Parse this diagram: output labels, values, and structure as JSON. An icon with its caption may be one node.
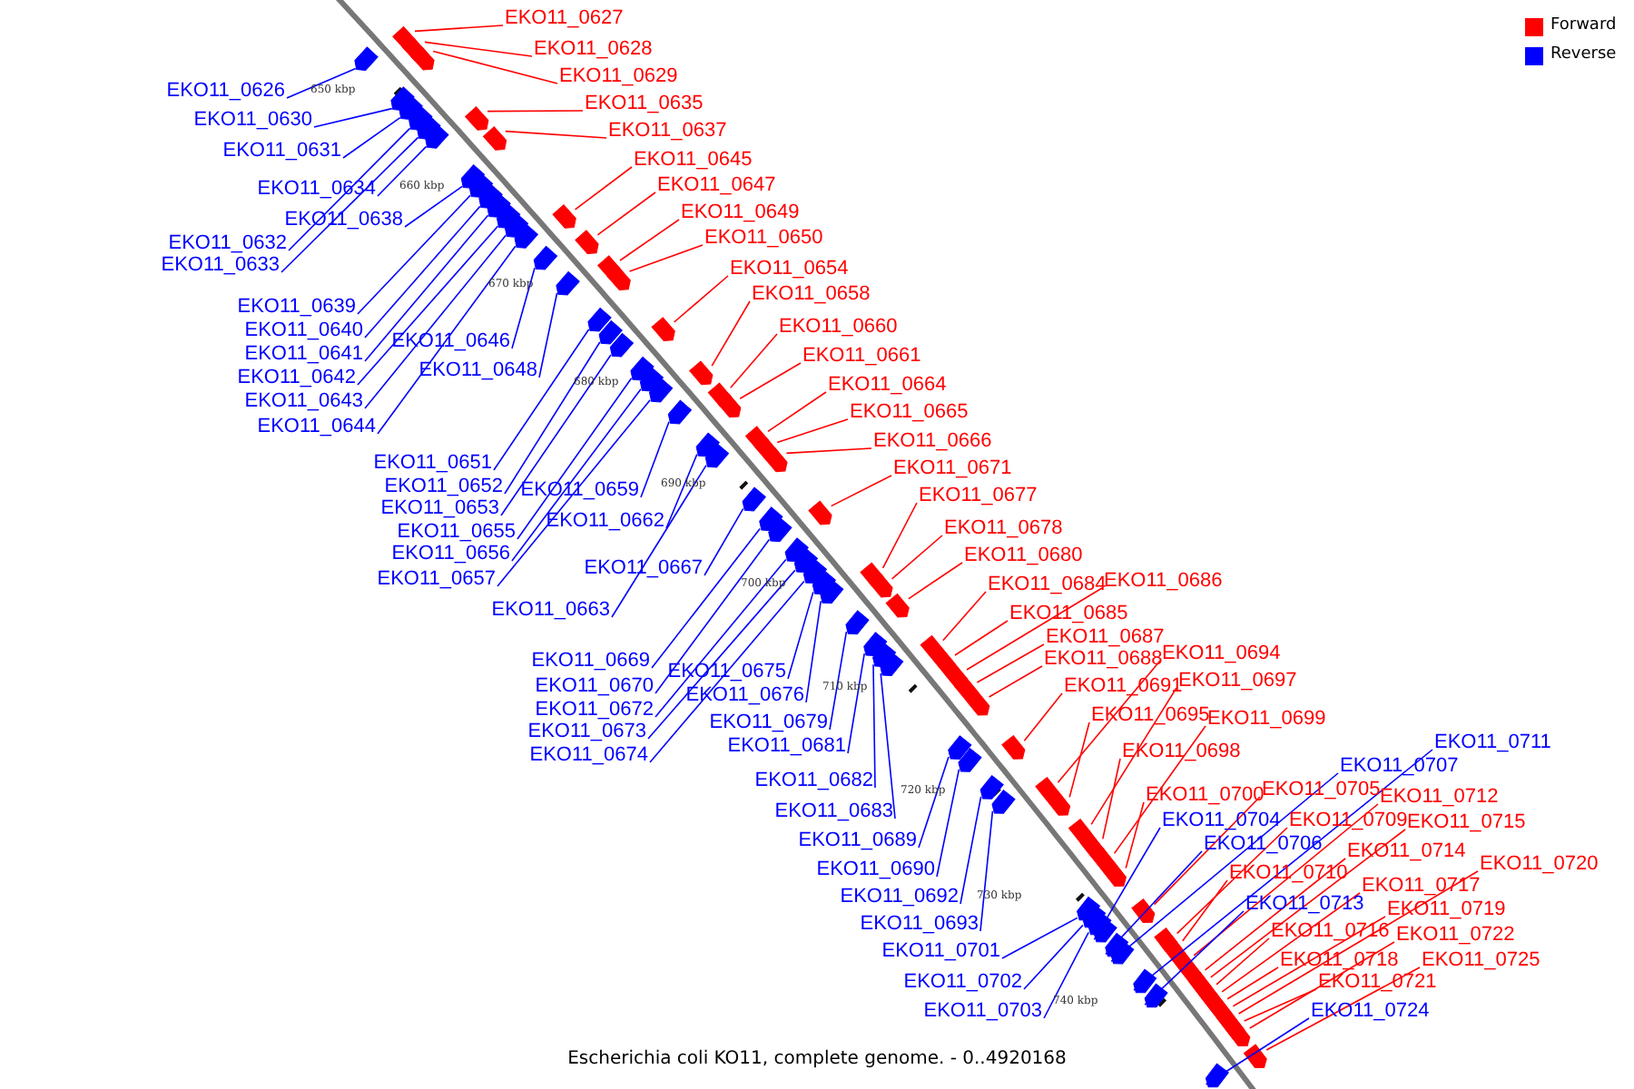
{
  "diagram": {
    "caption": "Escherichia coli KO11, complete genome. - 0..4920168",
    "nodes": [
      {
        "text": [
          "EKO11_0627"
        ]
      },
      {
        "text": [
          "EKO11_0628"
        ]
      },
      {
        "text": [
          "EKO11_0629"
        ]
      },
      {
        "text": [
          "EKO11_0635"
        ]
      },
      {
        "text": [
          "EKO11_0637"
        ]
      },
      {
        "text": [
          "EKO11_0645"
        ]
      },
      {
        "text": [
          "EKO11_0647"
        ]
      },
      {
        "text": [
          "EKO11_0649"
        ]
      },
      {
        "text": [
          "EKO11_0650"
        ]
      },
      {
        "text": [
          "EKO11_0654"
        ]
      },
      {
        "text": [
          "EKO11_0658"
        ]
      },
      {
        "text": [
          "EKO11_0660"
        ]
      },
      {
        "text": [
          "EKO11_0661"
        ]
      },
      {
        "text": [
          "EKO11_0664"
        ]
      },
      {
        "text": [
          "EKO11_0665"
        ]
      },
      {
        "text": [
          "EKO11_0666"
        ]
      },
      {
        "text": [
          "EKO11_0671"
        ]
      },
      {
        "text": [
          "EKO11_0677"
        ]
      },
      {
        "text": [
          "EKO11_0678"
        ]
      },
      {
        "text": [
          "EKO11_0680"
        ]
      },
      {
        "text": [
          "EKO11_0684"
        ]
      },
      {
        "text": [
          "EKO11_0686"
        ]
      },
      {
        "text": [
          "EKO11_0685"
        ]
      },
      {
        "text": [
          "EKO11_0687"
        ]
      },
      {
        "text": [
          "EKO11_0688"
        ]
      },
      {
        "text": [
          "EKO11_0694"
        ]
      },
      {
        "text": [
          "EKO11_0691"
        ]
      },
      {
        "text": [
          "EKO11_0697"
        ]
      },
      {
        "text": [
          "EKO11_0695"
        ]
      },
      {
        "text": [
          "EKO11_0699"
        ]
      },
      {
        "text": [
          "EKO11_0698"
        ]
      },
      {
        "text": [
          "EKO11_0700"
        ]
      },
      {
        "text": [
          "EKO11_0705"
        ]
      },
      {
        "text": [
          "EKO11_0712"
        ]
      },
      {
        "text": [
          "EKO11_0709"
        ]
      },
      {
        "text": [
          "EKO11_0715"
        ]
      },
      {
        "text": [
          "EKO11_0714"
        ]
      },
      {
        "text": [
          "EKO11_0710"
        ]
      },
      {
        "text": [
          "EKO11_0720"
        ]
      },
      {
        "text": [
          "EKO11_0717"
        ]
      },
      {
        "text": [
          "EKO11_0719"
        ]
      },
      {
        "text": [
          "EKO11_0716"
        ]
      },
      {
        "text": [
          "EKO11_0722"
        ]
      },
      {
        "text": [
          "EKO11_0718"
        ]
      },
      {
        "text": [
          "EKO11_0725"
        ]
      },
      {
        "text": [
          "EKO11_0721"
        ]
      },
      {
        "text": [
          "EKO11_0626"
        ]
      },
      {
        "text": [
          "EKO11_0630"
        ]
      },
      {
        "text": [
          "EKO11_0631"
        ]
      },
      {
        "text": [
          "EKO11_0634"
        ]
      },
      {
        "text": [
          "EKO11_0638"
        ]
      },
      {
        "text": [
          "EKO11_0632"
        ]
      },
      {
        "text": [
          "EKO11_0633"
        ]
      },
      {
        "text": [
          "EKO11_0639"
        ]
      },
      {
        "text": [
          "EKO11_0640"
        ]
      },
      {
        "text": [
          "EKO11_0641"
        ]
      },
      {
        "text": [
          "EKO11_0642"
        ]
      },
      {
        "text": [
          "EKO11_0643"
        ]
      },
      {
        "text": [
          "EKO11_0644"
        ]
      },
      {
        "text": [
          "EKO11_0646"
        ]
      },
      {
        "text": [
          "EKO11_0648"
        ]
      },
      {
        "text": [
          "EKO11_0651"
        ]
      },
      {
        "text": [
          "EKO11_0652"
        ]
      },
      {
        "text": [
          "EKO11_0653"
        ]
      },
      {
        "text": [
          "EKO11_0659"
        ]
      },
      {
        "text": [
          "EKO11_0655"
        ]
      },
      {
        "text": [
          "EKO11_0656"
        ]
      },
      {
        "text": [
          "EKO11_0662"
        ]
      },
      {
        "text": [
          "EKO11_0657"
        ]
      },
      {
        "text": [
          "EKO11_0667"
        ]
      },
      {
        "text": [
          "EKO11_0663"
        ]
      },
      {
        "text": [
          "EKO11_0669"
        ]
      },
      {
        "text": [
          "EKO11_0670"
        ]
      },
      {
        "text": [
          "EKO11_0672"
        ]
      },
      {
        "text": [
          "EKO11_0673"
        ]
      },
      {
        "text": [
          "EKO11_0674"
        ]
      },
      {
        "text": [
          "EKO11_0675"
        ]
      },
      {
        "text": [
          "EKO11_0676"
        ]
      },
      {
        "text": [
          "EKO11_0679"
        ]
      },
      {
        "text": [
          "EKO11_0681"
        ]
      },
      {
        "text": [
          "EKO11_0682"
        ]
      },
      {
        "text": [
          "EKO11_0683"
        ]
      },
      {
        "text": [
          "EKO11_0689"
        ]
      },
      {
        "text": [
          "EKO11_0690"
        ]
      },
      {
        "text": [
          "EKO11_0692"
        ]
      },
      {
        "text": [
          "EKO11_0693"
        ]
      },
      {
        "text": [
          "EKO11_0701"
        ]
      },
      {
        "text": [
          "EKO11_0702"
        ]
      },
      {
        "text": [
          "EKO11_0703"
        ]
      },
      {
        "text": [
          "EKO11_0711"
        ]
      },
      {
        "text": [
          "EKO11_0707"
        ]
      },
      {
        "text": [
          "EKO11_0704"
        ]
      },
      {
        "text": [
          "EKO11_0706"
        ]
      },
      {
        "text": [
          "EKO11_0713"
        ]
      },
      {
        "text": [
          "EKO11_0724"
        ]
      },
      {
        "text": [],
        "shape": "arrow"
      },
      {
        "text": [],
        "shape": "arrow"
      },
      {
        "text": [],
        "shape": "arrow"
      },
      {
        "text": [],
        "shape": "arrow"
      },
      {
        "text": [],
        "shape": "arrow"
      },
      {
        "text": [],
        "shape": "arrow"
      },
      {
        "text": [],
        "shape": "arrow"
      },
      {
        "text": [],
        "shape": "arrow"
      },
      {
        "text": [],
        "shape": "arrow"
      },
      {
        "text": [],
        "shape": "arrow"
      },
      {
        "text": [],
        "shape": "arrow"
      },
      {
        "text": [],
        "shape": "arrow"
      },
      {
        "text": [],
        "shape": "arrow"
      },
      {
        "text": [],
        "shape": "arrow"
      },
      {
        "text": [],
        "shape": "arrow"
      },
      {
        "text": [],
        "shape": "arrow"
      },
      {
        "text": [],
        "shape": "arrow"
      },
      {
        "text": [],
        "shape": "arrow"
      },
      {
        "text": [],
        "shape": "arrow"
      },
      {
        "text": [],
        "shape": "arrow"
      },
      {
        "text": [],
        "shape": "arrow"
      },
      {
        "text": [],
        "shape": "arrow"
      },
      {
        "text": [],
        "shape": "arrow"
      },
      {
        "text": [],
        "shape": "arrow"
      },
      {
        "text": [],
        "shape": "arrow"
      },
      {
        "text": [],
        "shape": "arrow"
      },
      {
        "text": [],
        "shape": "arrow"
      },
      {
        "text": [],
        "shape": "arrow"
      },
      {
        "text": [],
        "shape": "arrow"
      },
      {
        "text": [],
        "shape": "arrow"
      },
      {
        "text": [],
        "shape": "arrow"
      },
      {
        "text": [],
        "shape": "arrow"
      },
      {
        "text": [],
        "shape": "arrow"
      },
      {
        "text": [],
        "shape": "arrow"
      },
      {
        "text": [],
        "shape": "arrow"
      },
      {
        "text": [],
        "shape": "arrow"
      },
      {
        "text": [],
        "shape": "arrow"
      },
      {
        "text": [],
        "shape": "arrow"
      },
      {
        "text": [],
        "shape": "arrow"
      },
      {
        "text": [],
        "shape": "arrow"
      },
      {
        "text": [],
        "shape": "arrow"
      },
      {
        "text": [],
        "shape": "arrow"
      },
      {
        "text": [],
        "shape": "arrow"
      },
      {
        "text": [],
        "shape": "arrow"
      },
      {
        "text": [],
        "shape": "arrow"
      },
      {
        "text": [],
        "shape": "arrow"
      },
      {
        "text": [],
        "shape": "arrow"
      },
      {
        "text": [],
        "shape": "arrow"
      },
      {
        "text": [],
        "shape": "arrow"
      },
      {
        "text": [],
        "shape": "arrow"
      },
      {
        "text": [],
        "shape": "arrow"
      },
      {
        "text": [],
        "shape": "arrow"
      },
      {
        "text": [],
        "shape": "arrow"
      },
      {
        "text": [],
        "shape": "arrow"
      },
      {
        "text": [],
        "shape": "arrow"
      },
      {
        "text": [],
        "shape": "arrow"
      },
      {
        "text": [],
        "shape": "arrow"
      },
      {
        "text": [],
        "shape": "arrow"
      },
      {
        "text": [],
        "shape": "arrow"
      },
      {
        "text": [],
        "shape": "arrow"
      },
      {
        "text": [],
        "shape": "arrow"
      },
      {
        "text": [],
        "shape": "arrow"
      },
      {
        "text": [],
        "shape": "arrow"
      },
      {
        "text": [],
        "shape": "arrow"
      },
      {
        "text": [],
        "shape": "arrow"
      },
      {
        "text": [],
        "shape": "arrow"
      },
      {
        "text": [],
        "shape": "arrow"
      },
      {
        "text": [],
        "shape": "arrow"
      },
      {
        "text": [],
        "shape": "arrow"
      },
      {
        "text": [],
        "shape": "arrow"
      },
      {
        "text": [],
        "shape": "arrow"
      },
      {
        "text": [],
        "shape": "arrow"
      },
      {
        "text": [],
        "shape": "arrow"
      },
      {
        "text": [],
        "shape": "arrow"
      },
      {
        "text": [],
        "shape": "arrow"
      },
      {
        "text": [],
        "shape": "arrow"
      },
      {
        "text": [],
        "shape": "arrow"
      },
      {
        "text": [],
        "shape": "arrow"
      },
      {
        "text": [],
        "shape": "arrow"
      },
      {
        "text": [],
        "shape": "arrow"
      },
      {
        "text": [],
        "shape": "arrow"
      },
      {
        "text": [],
        "shape": "arrow"
      },
      {
        "text": [],
        "shape": "arrow"
      },
      {
        "text": [],
        "shape": "arrow"
      },
      {
        "text": [],
        "shape": "arrow"
      },
      {
        "text": [],
        "shape": "arrow"
      },
      {
        "text": [],
        "shape": "arrow"
      },
      {
        "text": [],
        "shape": "arrow"
      },
      {
        "text": [],
        "shape": "arrow"
      },
      {
        "text": [],
        "shape": "arrow"
      },
      {
        "text": [],
        "shape": "arrow"
      },
      {
        "text": [],
        "shape": "arrow"
      },
      {
        "text": [],
        "shape": "arrow"
      },
      {
        "text": [],
        "shape": "arrow"
      },
      {
        "text": [],
        "shape": "arrow"
      }
    ],
    "edges": [
      {
        "from": 0,
        "to": 95,
        "arrow": "none",
        "color": "#ff0000"
      },
      {
        "from": 1,
        "to": 96,
        "arrow": "none",
        "color": "#ff0000"
      },
      {
        "from": 2,
        "to": 97,
        "arrow": "none",
        "color": "#ff0000"
      },
      {
        "from": 3,
        "to": 98,
        "arrow": "none",
        "color": "#ff0000"
      },
      {
        "from": 4,
        "to": 99,
        "arrow": "none",
        "color": "#ff0000"
      },
      {
        "from": 5,
        "to": 100,
        "arrow": "none",
        "color": "#ff0000"
      },
      {
        "from": 6,
        "to": 101,
        "arrow": "none",
        "color": "#ff0000"
      },
      {
        "from": 7,
        "to": 102,
        "arrow": "none",
        "color": "#ff0000"
      },
      {
        "from": 8,
        "to": 103,
        "arrow": "none",
        "color": "#ff0000"
      },
      {
        "from": 9,
        "to": 104,
        "arrow": "none",
        "color": "#ff0000"
      },
      {
        "from": 10,
        "to": 105,
        "arrow": "none",
        "color": "#ff0000"
      },
      {
        "from": 11,
        "to": 106,
        "arrow": "none",
        "color": "#ff0000"
      },
      {
        "from": 12,
        "to": 107,
        "arrow": "none",
        "color": "#ff0000"
      },
      {
        "from": 13,
        "to": 108,
        "arrow": "none",
        "color": "#ff0000"
      },
      {
        "from": 14,
        "to": 109,
        "arrow": "none",
        "color": "#ff0000"
      },
      {
        "from": 15,
        "to": 110,
        "arrow": "none",
        "color": "#ff0000"
      },
      {
        "from": 16,
        "to": 111,
        "arrow": "none",
        "color": "#ff0000"
      },
      {
        "from": 17,
        "to": 112,
        "arrow": "none",
        "color": "#ff0000"
      },
      {
        "from": 18,
        "to": 113,
        "arrow": "none",
        "color": "#ff0000"
      },
      {
        "from": 19,
        "to": 114,
        "arrow": "none",
        "color": "#ff0000"
      },
      {
        "from": 20,
        "to": 115,
        "arrow": "none",
        "color": "#ff0000"
      },
      {
        "from": 21,
        "to": 116,
        "arrow": "none",
        "color": "#ff0000"
      },
      {
        "from": 22,
        "to": 117,
        "arrow": "none",
        "color": "#ff0000"
      },
      {
        "from": 23,
        "to": 118,
        "arrow": "none",
        "color": "#ff0000"
      },
      {
        "from": 24,
        "to": 119,
        "arrow": "none",
        "color": "#ff0000"
      },
      {
        "from": 25,
        "to": 120,
        "arrow": "none",
        "color": "#ff0000"
      },
      {
        "from": 26,
        "to": 121,
        "arrow": "none",
        "color": "#ff0000"
      },
      {
        "from": 27,
        "to": 122,
        "arrow": "none",
        "color": "#ff0000"
      },
      {
        "from": 28,
        "to": 123,
        "arrow": "none",
        "color": "#ff0000"
      },
      {
        "from": 29,
        "to": 124,
        "arrow": "none",
        "color": "#ff0000"
      },
      {
        "from": 30,
        "to": 125,
        "arrow": "none",
        "color": "#ff0000"
      },
      {
        "from": 31,
        "to": 126,
        "arrow": "none",
        "color": "#ff0000"
      },
      {
        "from": 32,
        "to": 127,
        "arrow": "none",
        "color": "#ff0000"
      },
      {
        "from": 33,
        "to": 128,
        "arrow": "none",
        "color": "#ff0000"
      },
      {
        "from": 34,
        "to": 129,
        "arrow": "none",
        "color": "#ff0000"
      },
      {
        "from": 35,
        "to": 130,
        "arrow": "none",
        "color": "#ff0000"
      },
      {
        "from": 36,
        "to": 131,
        "arrow": "none",
        "color": "#ff0000"
      },
      {
        "from": 37,
        "to": 132,
        "arrow": "none",
        "color": "#ff0000"
      },
      {
        "from": 38,
        "to": 133,
        "arrow": "none",
        "color": "#ff0000"
      },
      {
        "from": 39,
        "to": 134,
        "arrow": "none",
        "color": "#ff0000"
      },
      {
        "from": 40,
        "to": 135,
        "arrow": "none",
        "color": "#ff0000"
      },
      {
        "from": 41,
        "to": 136,
        "arrow": "none",
        "color": "#ff0000"
      },
      {
        "from": 42,
        "to": 137,
        "arrow": "none",
        "color": "#ff0000"
      },
      {
        "from": 43,
        "to": 138,
        "arrow": "none",
        "color": "#ff0000"
      },
      {
        "from": 44,
        "to": 139,
        "arrow": "none",
        "color": "#ff0000"
      },
      {
        "from": 45,
        "to": 140,
        "arrow": "none",
        "color": "#ff0000"
      },
      {
        "from": 46,
        "to": 141,
        "arrow": "none"
      },
      {
        "from": 47,
        "to": 142,
        "arrow": "none"
      },
      {
        "from": 48,
        "to": 143,
        "arrow": "none"
      },
      {
        "from": 49,
        "to": 144,
        "arrow": "none"
      },
      {
        "from": 50,
        "to": 145,
        "arrow": "none"
      },
      {
        "from": 51,
        "to": 146,
        "arrow": "none"
      },
      {
        "from": 52,
        "to": 147,
        "arrow": "none"
      },
      {
        "from": 53,
        "to": 148,
        "arrow": "none"
      },
      {
        "from": 54,
        "to": 149,
        "arrow": "none"
      },
      {
        "from": 55,
        "to": 150,
        "arrow": "none"
      },
      {
        "from": 56,
        "to": 151,
        "arrow": "none"
      },
      {
        "from": 57,
        "to": 152,
        "arrow": "none"
      },
      {
        "from": 58,
        "to": 153,
        "arrow": "none"
      },
      {
        "from": 59,
        "to": 154,
        "arrow": "none"
      },
      {
        "from": 60,
        "to": 155,
        "arrow": "none"
      },
      {
        "from": 61,
        "to": 156,
        "arrow": "none"
      },
      {
        "from": 62,
        "to": 157,
        "arrow": "none"
      },
      {
        "from": 63,
        "to": 158,
        "arrow": "none"
      },
      {
        "from": 64,
        "to": 159,
        "arrow": "none"
      },
      {
        "from": 65,
        "to": 160,
        "arrow": "none"
      },
      {
        "from": 66,
        "to": 161,
        "arrow": "none"
      },
      {
        "from": 67,
        "to": 162,
        "arrow": "none"
      },
      {
        "from": 68,
        "to": 163,
        "arrow": "none"
      },
      {
        "from": 69,
        "to": 164,
        "arrow": "none"
      },
      {
        "from": 70,
        "to": 165,
        "arrow": "none"
      },
      {
        "from": 71,
        "to": 166,
        "arrow": "none"
      },
      {
        "from": 72,
        "to": 167,
        "arrow": "none"
      },
      {
        "from": 73,
        "to": 168,
        "arrow": "none"
      },
      {
        "from": 74,
        "to": 169,
        "arrow": "none"
      },
      {
        "from": 75,
        "to": 170,
        "arrow": "none"
      },
      {
        "from": 76,
        "to": 171,
        "arrow": "none"
      },
      {
        "from": 77,
        "to": 172,
        "arrow": "none"
      },
      {
        "from": 78,
        "to": 173,
        "arrow": "none"
      },
      {
        "from": 79,
        "to": 174,
        "arrow": "none"
      },
      {
        "from": 80,
        "to": 175,
        "arrow": "none"
      },
      {
        "from": 81,
        "to": 176,
        "arrow": "none"
      },
      {
        "from": 82,
        "to": 177,
        "arrow": "none"
      },
      {
        "from": 83,
        "to": 178,
        "arrow": "none"
      },
      {
        "from": 84,
        "to": 179,
        "arrow": "none"
      },
      {
        "from": 85,
        "to": 180,
        "arrow": "none"
      },
      {
        "from": 86,
        "to": 181,
        "arrow": "none"
      },
      {
        "from": 87,
        "to": 182,
        "arrow": "none"
      },
      {
        "from": 88,
        "to": 183,
        "arrow": "none"
      },
      {
        "from": 89,
        "to": 184,
        "arrow": "none"
      },
      {
        "from": 90,
        "to": 185,
        "arrow": "none"
      },
      {
        "from": 91,
        "to": 186,
        "arrow": "none"
      },
      {
        "from": 92,
        "to": 187,
        "arrow": "none"
      },
      {
        "from": 93,
        "to": 188,
        "arrow": "none"
      },
      {
        "from": 94,
        "to": 189,
        "arrow": "none"
      }
    ],
    "labels": [
      "650 kbp",
      "660 kbp",
      "670 kbp",
      "680 kbp",
      "690 kbp",
      "700 kbp",
      "710 kbp",
      "720 kbp",
      "730 kbp",
      "740 kbp"
    ],
    "legend": [
      {
        "text": "Forward",
        "color": "#ff0000"
      },
      {
        "text": "Reverse",
        "color": "#0000ff"
      }
    ]
  }
}
